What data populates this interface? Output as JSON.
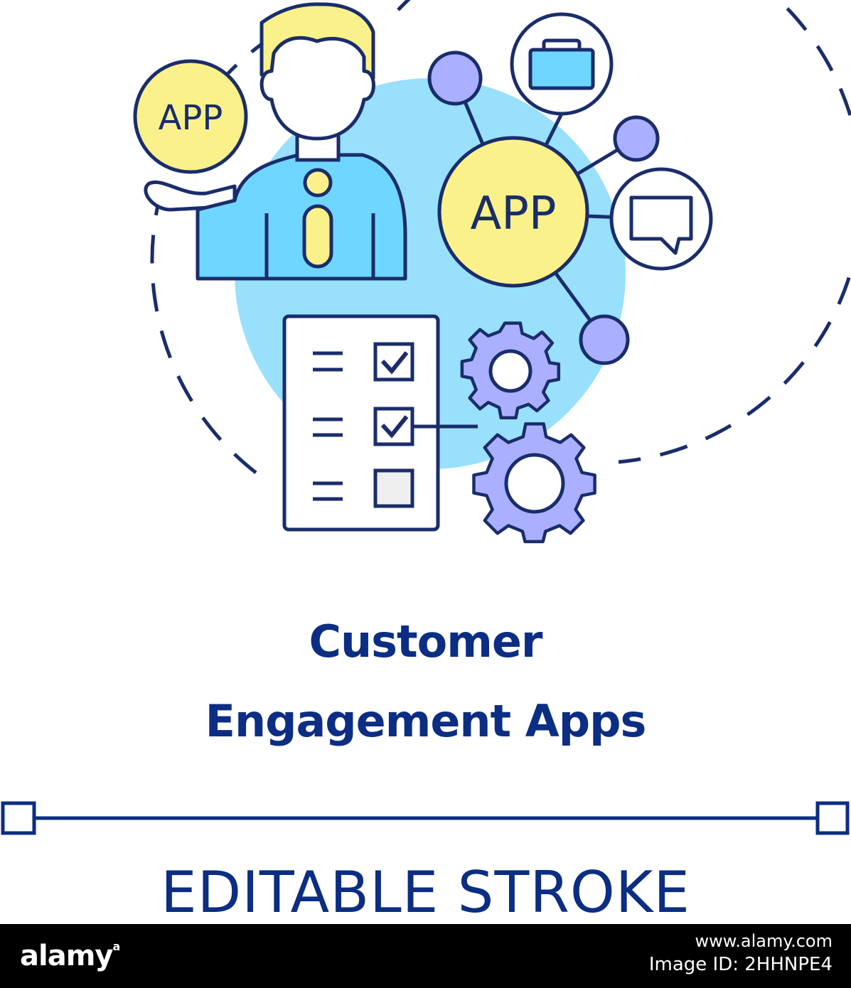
{
  "illustration": {
    "app_badge_small": "APP",
    "app_badge_large": "APP"
  },
  "title": {
    "line1": "Customer",
    "line2": "Engagement Apps"
  },
  "stroke_label": "EDITABLE STROKE",
  "footer": {
    "brand": "alamy",
    "brand_sup": "a",
    "image_id": "Image ID: 2HHNPE4",
    "url": "www.alamy.com"
  },
  "colors": {
    "outline": "#1a2d6b",
    "blue_fill": "#6fd7ff",
    "light_blue": "#98e0fb",
    "yellow": "#fbf18a",
    "purple": "#aab0ff",
    "gray_fill": "#efefef",
    "title_color": "#0b2d83"
  }
}
